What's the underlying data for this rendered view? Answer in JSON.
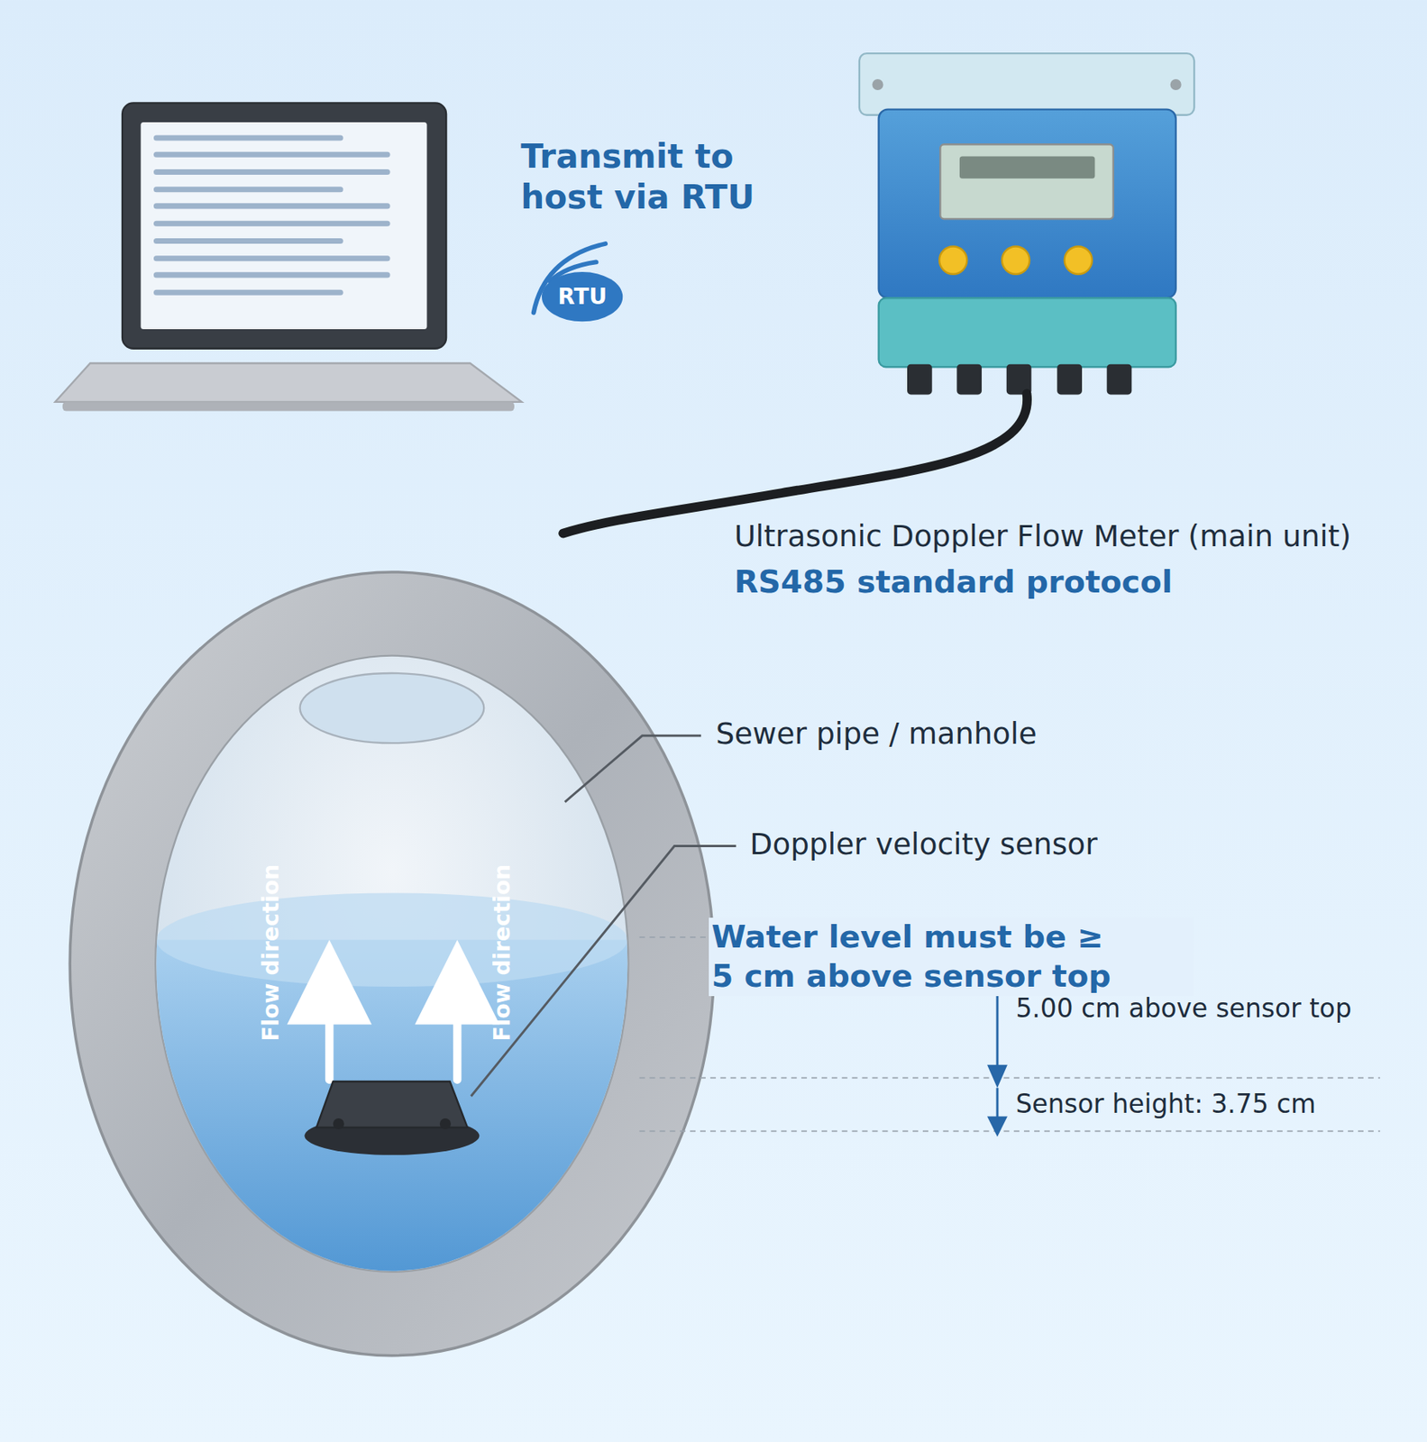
{
  "diagram": {
    "nodes": [
      {
        "text": [
          "RTU"
        ]
      }
    ],
    "labels": [
      "Transmit to host via RTU",
      "Ultrasonic Doppler Flow Meter (main unit)",
      "RS485 standard protocol",
      "Sewer pipe / manhole",
      "Doppler velocity sensor",
      "Water level must be ≥ 5 cm above sensor top",
      "5.00 cm above sensor top",
      "Sensor height: 3.75 cm",
      "Flow direction",
      "Flow direction"
    ]
  }
}
